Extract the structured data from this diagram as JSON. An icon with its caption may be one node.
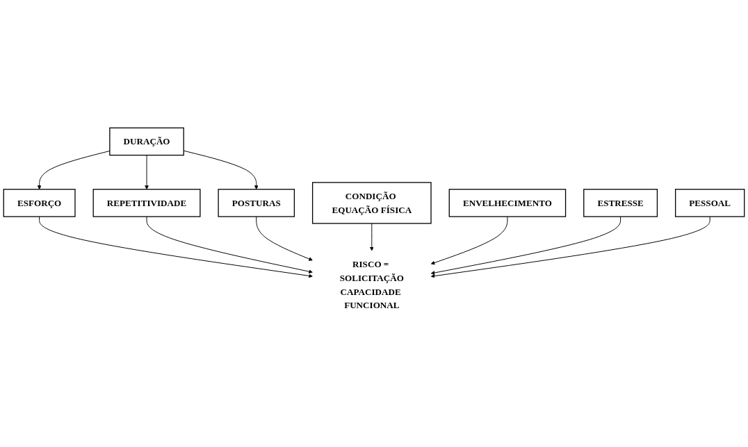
{
  "diagram": {
    "nodes": [
      {
        "text": [
          "DURAÇÃO"
        ]
      },
      {
        "text": [
          "ESFORÇO"
        ]
      },
      {
        "text": [
          "REPETITIVIDADE"
        ]
      },
      {
        "text": [
          "POSTURAS"
        ]
      },
      {
        "text": [
          "RISCO = SOLICITAÇÃO",
          "CAPACIDADE FUNCIONAL"
        ]
      },
      {
        "text": [
          "CONDIÇÃO EQUAÇÃO FÍSICA"
        ]
      },
      {
        "text": [
          "ENVELHECIMENTO"
        ]
      },
      {
        "text": [
          "ESTRESSE"
        ]
      },
      {
        "text": [
          "PESSOAL"
        ]
      }
    ],
    "edges": [
      {
        "from": 0,
        "to": 1,
        "arrow": "to"
      },
      {
        "from": 0,
        "to": 2,
        "arrow": "to"
      },
      {
        "from": 0,
        "to": 3,
        "arrow": "to"
      },
      {
        "from": 1,
        "to": 4,
        "arrow": "to"
      },
      {
        "from": 2,
        "to": 4,
        "arrow": "to"
      },
      {
        "from": 3,
        "to": 4,
        "arrow": "to"
      },
      {
        "from": 5,
        "to": 4,
        "arrow": "to"
      },
      {
        "from": 6,
        "to": 4,
        "arrow": "to"
      },
      {
        "from": 7,
        "to": 4,
        "arrow": "to"
      },
      {
        "from": 8,
        "to": 4,
        "arrow": "to"
      }
    ]
  }
}
